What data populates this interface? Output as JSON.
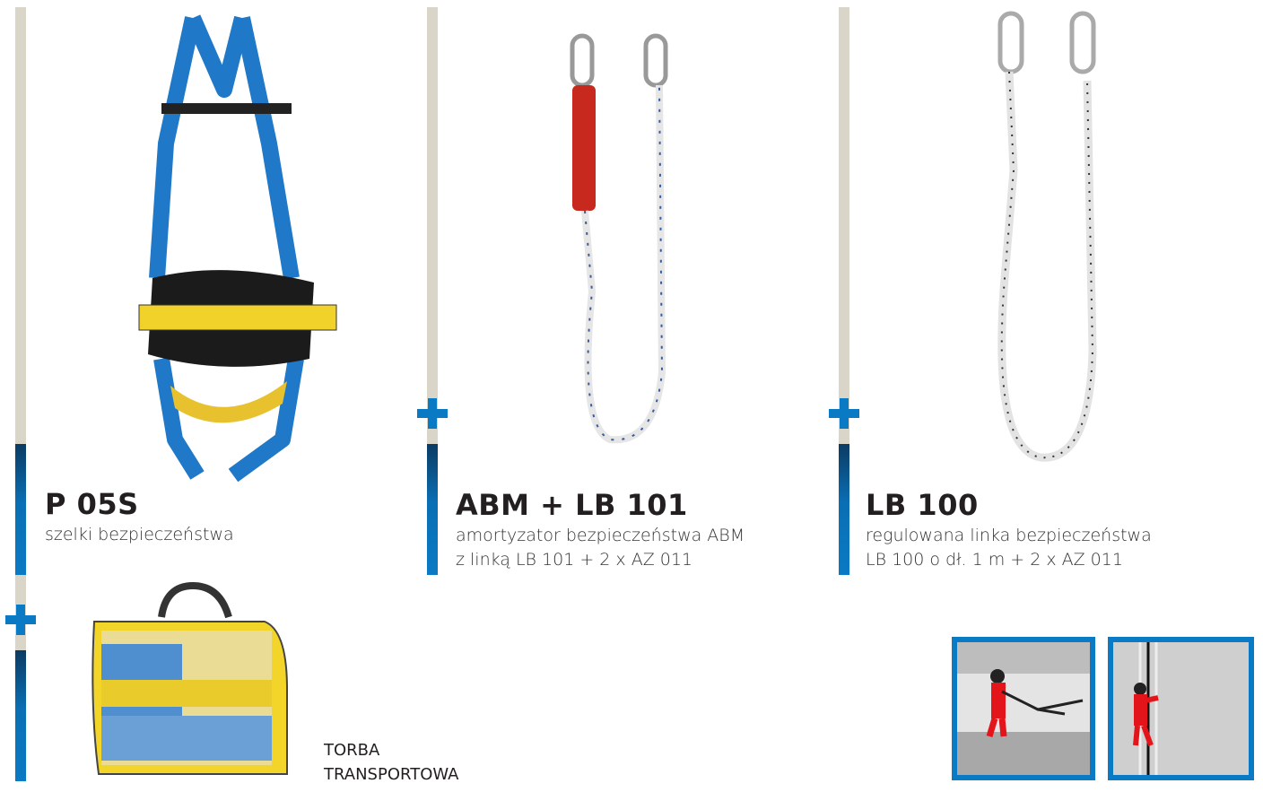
{
  "products": [
    {
      "code": "P 05S",
      "description": [
        "szelki bezpieczeństwa"
      ]
    },
    {
      "code": "ABM + LB 101",
      "description": [
        "amortyzator bezpieczeństwa ABM",
        "z linką LB 101 + 2 x AZ 011"
      ]
    },
    {
      "code": "LB 100",
      "description": [
        "regulowana linka bezpieczeństwa",
        "LB 100 o dł. 1 m + 2 x AZ 011"
      ]
    }
  ],
  "bag": {
    "label": [
      "TORBA",
      "TRANSPORTOWA"
    ]
  },
  "colors": {
    "accent": "#0a7ac4",
    "bar": "#d9d5c8"
  }
}
